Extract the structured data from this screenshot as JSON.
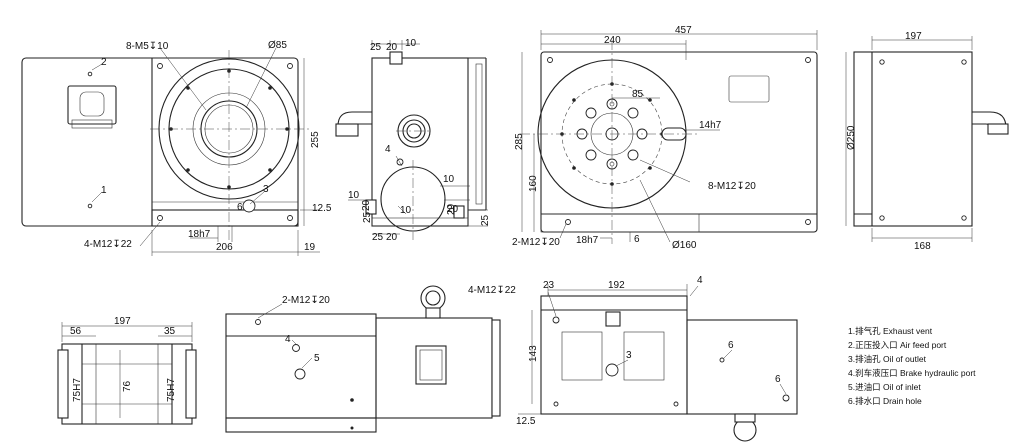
{
  "dimensions": {
    "front_holes_top": "8-M5↧10",
    "front_bore": "Ø85",
    "front_h255": "255",
    "front_12_5": "12.5",
    "front_18h7": "18h7",
    "front_206": "206",
    "front_19": "19",
    "front_4m12": "4-M12↧22",
    "side_25": "25",
    "side_20": "20",
    "side_10": "10",
    "side_b10a": "10",
    "side_b10b": "10",
    "side_b20": "20",
    "side_b25": "25",
    "side_b20b": "20",
    "side_b10c": "10",
    "side_b25b": "25",
    "side_b20c": "20",
    "side_b25c": "25",
    "side_b20d": "20",
    "right_457": "457",
    "right_240": "240",
    "right_85": "85",
    "right_14h7": "14h7",
    "right_285": "285",
    "right_160": "160",
    "right_8m12": "8-M12↧20",
    "right_2m12": "2-M12↧20",
    "right_18h7": "18h7",
    "right_6": "6",
    "right_d160": "Ø160",
    "fr_197": "197",
    "fr_d250": "Ø250",
    "fr_168": "168",
    "bl_197": "197",
    "bl_56": "56",
    "bl_35": "35",
    "bl_75h7a": "75H7",
    "bl_76": "76",
    "bl_75h7b": "75H7",
    "bm_2m12": "2-M12↧20",
    "br_4m12": "4-M12↧22",
    "br_23": "23",
    "br_192": "192",
    "br_4": "4",
    "br_143": "143",
    "br_12_5": "12.5"
  },
  "callouts": {
    "c1": "1",
    "c2": "2",
    "c3": "3",
    "c4": "4",
    "c5": "5",
    "c6": "6",
    "c6b": "6",
    "c3b": "3",
    "c4b": "4"
  },
  "legend": [
    "1.排气孔 Exhaust vent",
    "2.正压投入口 Air feed port",
    "3.排油孔 Oil of outlet",
    "4.刹车液压口 Brake hydraulic port",
    "5.进油口 Oil of inlet",
    "6.排水口 Drain hole"
  ]
}
